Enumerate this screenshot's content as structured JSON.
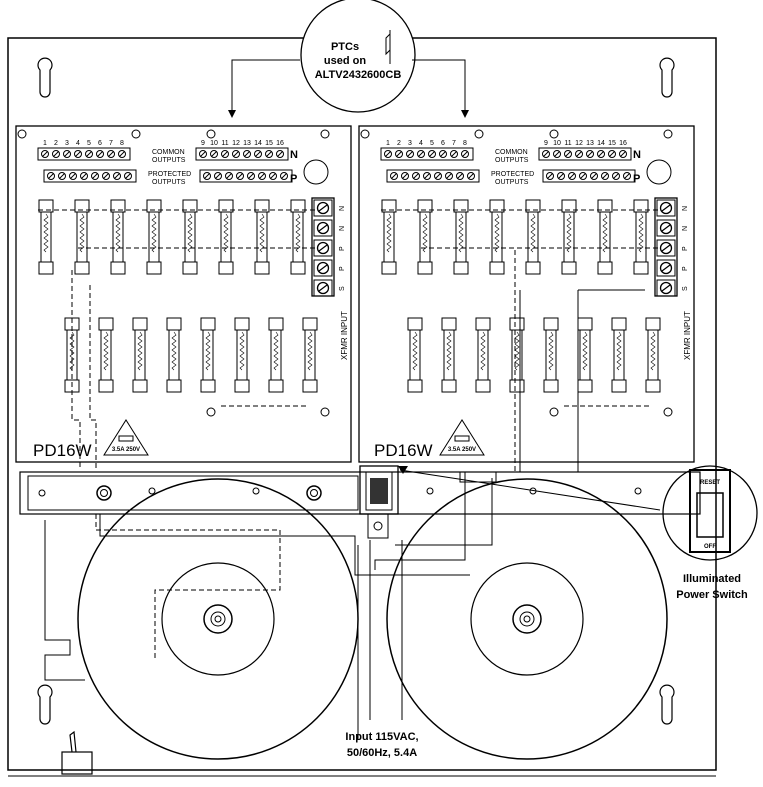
{
  "callouts": {
    "ptc_line1": "PTCs",
    "ptc_line2": "used on",
    "ptc_line3": "ALTV2432600CB",
    "switch_line1": "Illuminated",
    "switch_line2": "Power Switch",
    "input_line1": "Input 115VAC,",
    "input_line2": "50/60Hz, 5.4A"
  },
  "boards": [
    {
      "model": "PD16W",
      "fuse_rating": "3.5A 250V",
      "common_label_1": "COMMON",
      "common_label_2": "OUTPUTS",
      "protected_label_1": "PROTECTED",
      "protected_label_2": "OUTPUTS",
      "n_label": "N",
      "p_label": "P",
      "xfmr_label": "XFMR INPUT",
      "term_left": [
        "1",
        "2",
        "3",
        "4",
        "5",
        "6",
        "7",
        "8"
      ],
      "term_right": [
        "9",
        "10",
        "11",
        "12",
        "13",
        "14",
        "15",
        "16"
      ],
      "strip_letters": [
        "N",
        "N",
        "P",
        "P",
        "S"
      ]
    },
    {
      "model": "PD16W",
      "fuse_rating": "3.5A 250V",
      "common_label_1": "COMMON",
      "common_label_2": "OUTPUTS",
      "protected_label_1": "PROTECTED",
      "protected_label_2": "OUTPUTS",
      "n_label": "N",
      "p_label": "P",
      "xfmr_label": "XFMR INPUT",
      "term_left": [
        "1",
        "2",
        "3",
        "4",
        "5",
        "6",
        "7",
        "8"
      ],
      "term_right": [
        "9",
        "10",
        "11",
        "12",
        "13",
        "14",
        "15",
        "16"
      ],
      "strip_letters": [
        "N",
        "N",
        "P",
        "P",
        "S"
      ]
    }
  ],
  "switch": {
    "top_label": "RESET",
    "bottom_label": "OFF"
  }
}
